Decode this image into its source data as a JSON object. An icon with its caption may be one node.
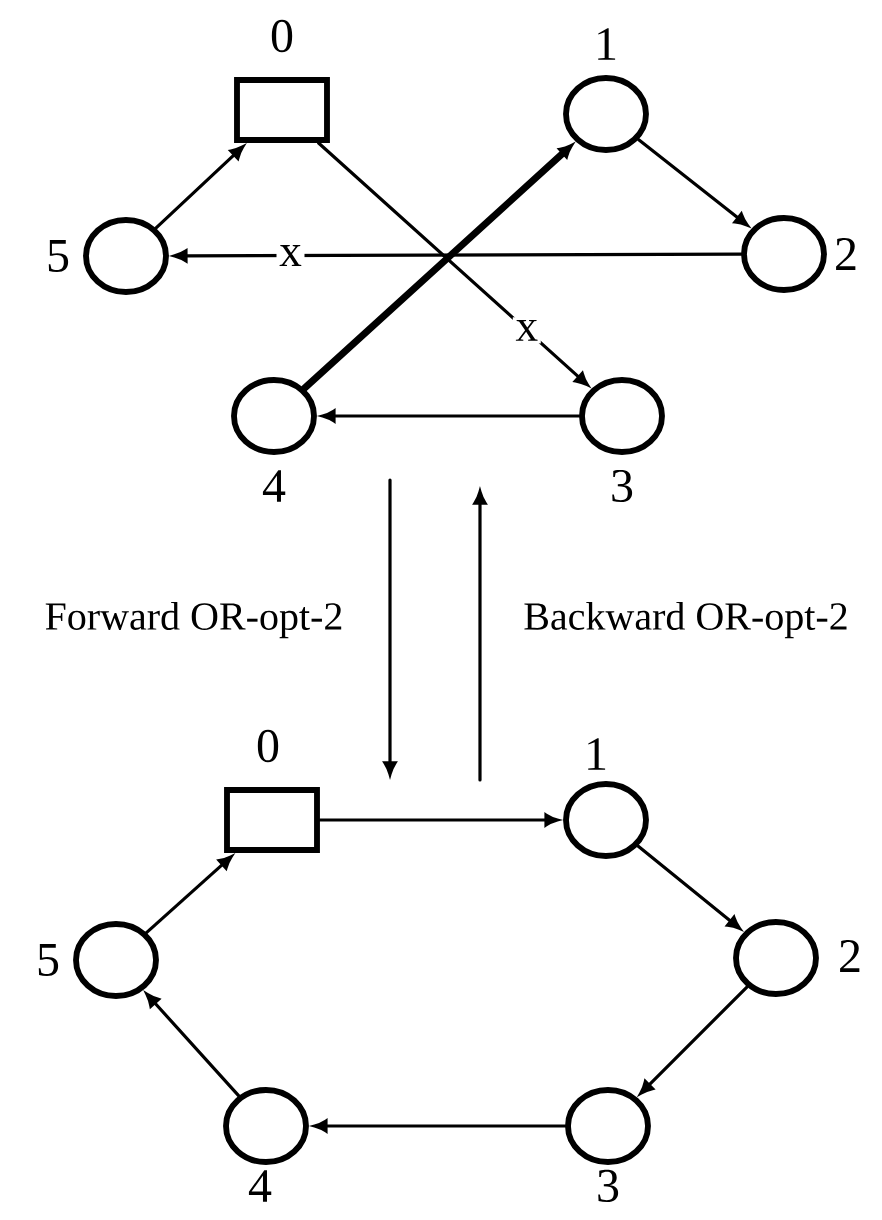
{
  "diagram": {
    "nodes": [
      {
        "text": [],
        "shape": "box",
        "beside": [
          "0"
        ]
      },
      {
        "text": [],
        "shape": "circle",
        "beside": [
          "1"
        ]
      },
      {
        "text": [],
        "shape": "circle",
        "beside": [
          "2"
        ]
      },
      {
        "text": [],
        "shape": "circle",
        "beside": [
          "3"
        ]
      },
      {
        "text": [],
        "shape": "circle",
        "beside": [
          "4"
        ]
      },
      {
        "text": [],
        "shape": "circle",
        "beside": [
          "5"
        ]
      },
      {
        "text": [],
        "shape": "box",
        "beside": [
          "0"
        ]
      },
      {
        "text": [],
        "shape": "circle",
        "beside": [
          "1"
        ]
      },
      {
        "text": [],
        "shape": "circle",
        "beside": [
          "2"
        ]
      },
      {
        "text": [],
        "shape": "circle",
        "beside": [
          "3"
        ]
      },
      {
        "text": [],
        "shape": "circle",
        "beside": [
          "4"
        ]
      },
      {
        "text": [],
        "shape": "circle",
        "beside": [
          "5"
        ]
      }
    ],
    "edges": [
      {
        "from": 5,
        "to": 0,
        "arrow": "to"
      },
      {
        "from": 0,
        "to": 3,
        "arrow": "to",
        "label": "x"
      },
      {
        "from": 1,
        "to": 2,
        "arrow": "to"
      },
      {
        "from": 2,
        "to": 5,
        "arrow": "to",
        "label": "x"
      },
      {
        "from": 3,
        "to": 4,
        "arrow": "to"
      },
      {
        "from": 4,
        "to": 1,
        "arrow": "to",
        "style": "thick"
      },
      {
        "from": 11,
        "to": 6,
        "arrow": "to"
      },
      {
        "from": 6,
        "to": 7,
        "arrow": "to"
      },
      {
        "from": 7,
        "to": 8,
        "arrow": "to"
      },
      {
        "from": 8,
        "to": 9,
        "arrow": "to"
      },
      {
        "from": 9,
        "to": 10,
        "arrow": "to"
      },
      {
        "from": 10,
        "to": 11,
        "arrow": "to"
      }
    ],
    "labels": [
      "Forward OR-opt-2",
      "Backward OR-opt-2"
    ]
  }
}
